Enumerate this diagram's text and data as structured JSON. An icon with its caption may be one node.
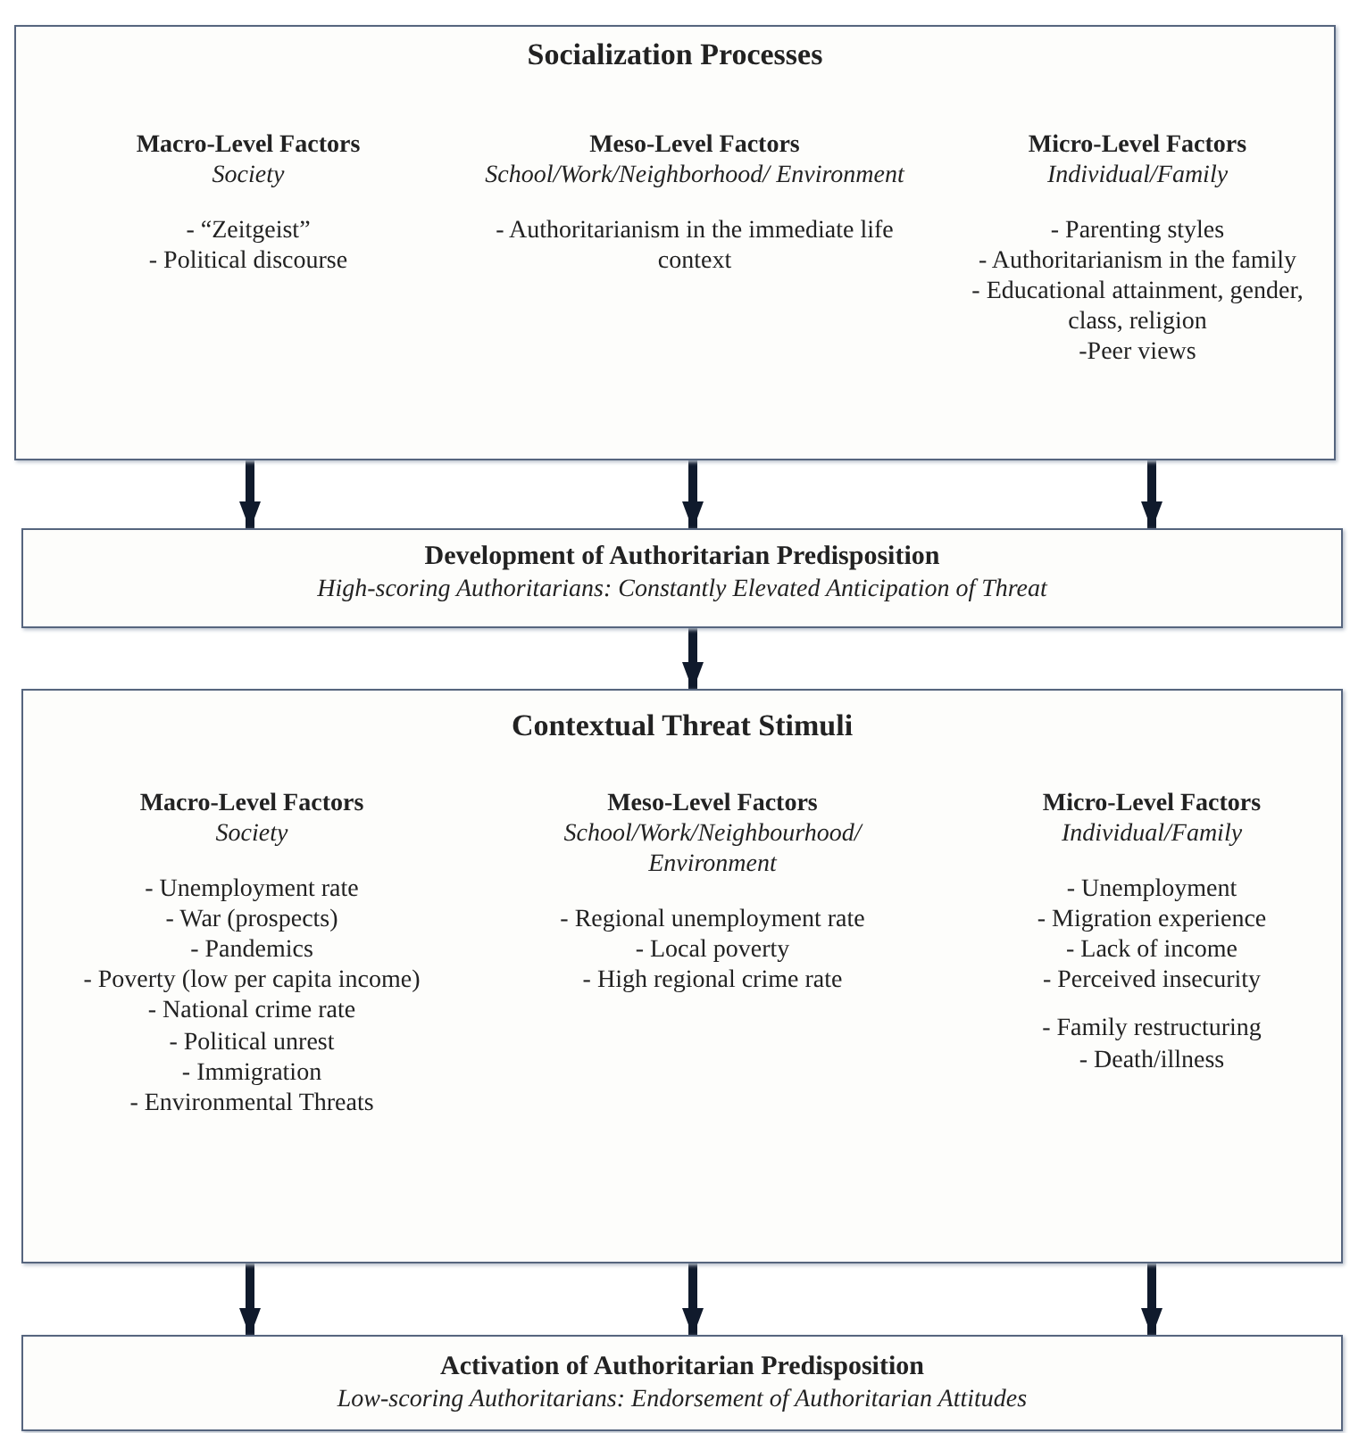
{
  "diagram": {
    "nodes": [
      {
        "text": [
          "Socialization Processes",
          "Macro-Level Factors",
          "Society",
          "- “Zeitgeist”",
          "- Political discourse",
          "Meso-Level Factors",
          "School/Work/Neighborhood/ Environment",
          "- Authoritarianism in the immediate life context",
          "Micro-Level Factors",
          "Individual/Family",
          "- Parenting styles",
          "- Authoritarianism in the family",
          "- Educational attainment, gender, class, religion",
          "-Peer views"
        ]
      },
      {
        "text": [
          "Development of Authoritarian Predisposition",
          "High-scoring Authoritarians: Constantly Elevated Anticipation of Threat"
        ]
      },
      {
        "text": [
          "Contextual Threat Stimuli",
          "Macro-Level Factors",
          "Society",
          "- Unemployment rate",
          "- War (prospects)",
          "- Pandemics",
          "- Poverty (low per capita income)",
          "- National crime rate",
          "- Political unrest",
          "- Immigration",
          "- Environmental Threats",
          "Meso-Level Factors",
          "School/Work/Neighbourhood/ Environment",
          "- Regional unemployment rate",
          "- Local poverty",
          "- High regional crime rate",
          "Micro-Level Factors",
          "Individual/Family",
          "- Unemployment",
          "- Migration experience",
          "- Lack of income",
          "- Perceived insecurity",
          "- Family restructuring",
          "- Death/illness"
        ]
      },
      {
        "text": [
          "Activation of Authoritarian Predisposition",
          "Low-scoring Authoritarians: Endorsement of Authoritarian Attitudes"
        ]
      }
    ],
    "edges": [
      {
        "from": 0,
        "to": 1,
        "arrow": "to"
      },
      {
        "from": 0,
        "to": 1,
        "arrow": "to"
      },
      {
        "from": 0,
        "to": 1,
        "arrow": "to"
      },
      {
        "from": 1,
        "to": 2,
        "arrow": "to"
      },
      {
        "from": 2,
        "to": 3,
        "arrow": "to"
      },
      {
        "from": 2,
        "to": 3,
        "arrow": "to"
      },
      {
        "from": 2,
        "to": 3,
        "arrow": "to"
      }
    ]
  }
}
